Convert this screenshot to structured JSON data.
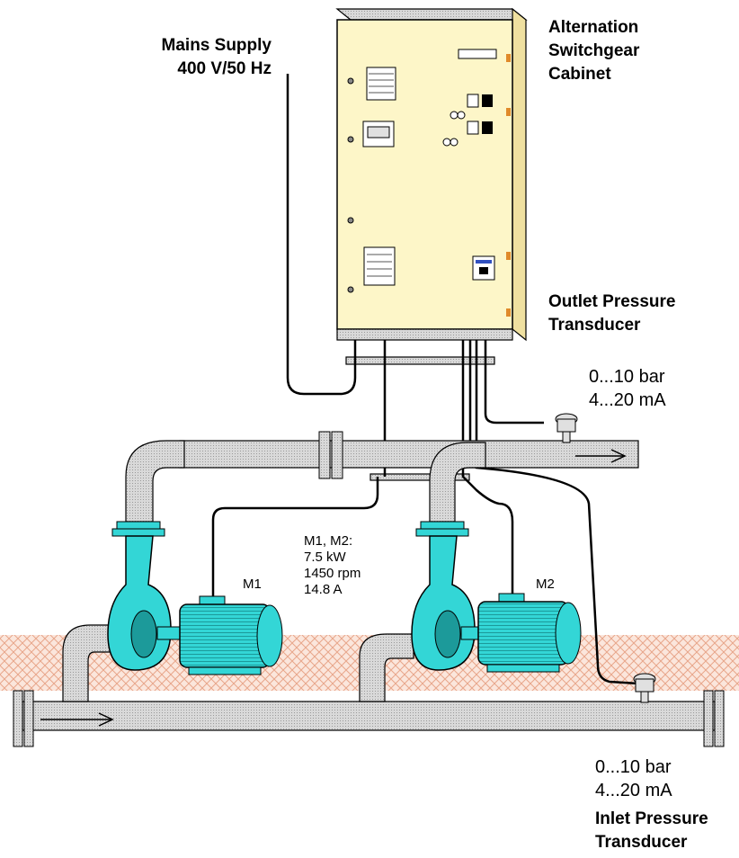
{
  "labels": {
    "mains_supply": "Mains Supply\n400 V/50 Hz",
    "cabinet": "Alternation\nSwitchgear\nCabinet",
    "outlet_transducer": "Outlet Pressure\nTransducer",
    "outlet_range": "0...10 bar\n4...20 mA",
    "motor_specs": "M1, M2:\n7.5 kW\n1450 rpm\n14.8 A",
    "motor1": "M1",
    "motor2": "M2",
    "inlet_range": "0...10 bar\n4...20 mA",
    "inlet_transducer": "Inlet Pressure\nTransducer"
  },
  "colors": {
    "cabinet_face": "#fdf6c8",
    "pump_cyan": "#33d6d6",
    "pipe_grey": "#d9d9d9",
    "ground_hatch": "#e8a68a",
    "cable": "#000000"
  }
}
